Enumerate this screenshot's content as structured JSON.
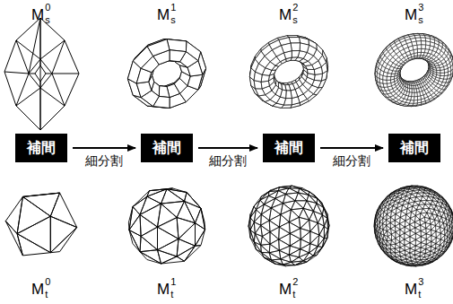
{
  "diagram": {
    "nodes": [
      {
        "text": [
          "補間"
        ]
      },
      {
        "text": [
          "補間"
        ]
      },
      {
        "text": [
          "補間"
        ]
      },
      {
        "text": [
          "補間"
        ]
      }
    ],
    "edges": [
      {
        "from": 0,
        "to": 1,
        "arrow": "to",
        "label": "細分割"
      },
      {
        "from": 1,
        "to": 2,
        "arrow": "to",
        "label": "細分割"
      },
      {
        "from": 2,
        "to": 3,
        "arrow": "to",
        "label": "細分割"
      }
    ],
    "labels": [
      "M",
      "s",
      "0",
      "M",
      "s",
      "1",
      "M",
      "s",
      "2",
      "M",
      "s",
      "3",
      "M",
      "t",
      "0",
      "M",
      "t",
      "1",
      "M",
      "t",
      "2",
      "M",
      "t",
      "3"
    ]
  }
}
